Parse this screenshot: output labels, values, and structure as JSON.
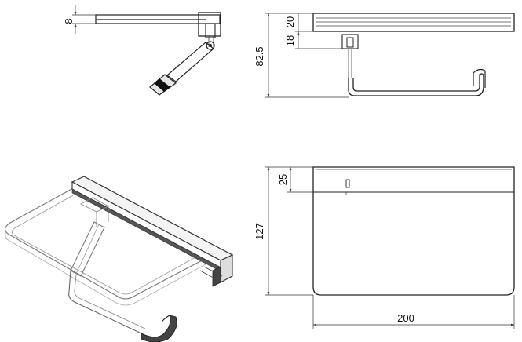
{
  "drawing": {
    "dimensions": {
      "side_thickness": "8",
      "front_top": "20",
      "front_gap": "18",
      "front_height": "82.5",
      "top_depth_small": "25",
      "top_depth": "127",
      "width": "200"
    }
  }
}
